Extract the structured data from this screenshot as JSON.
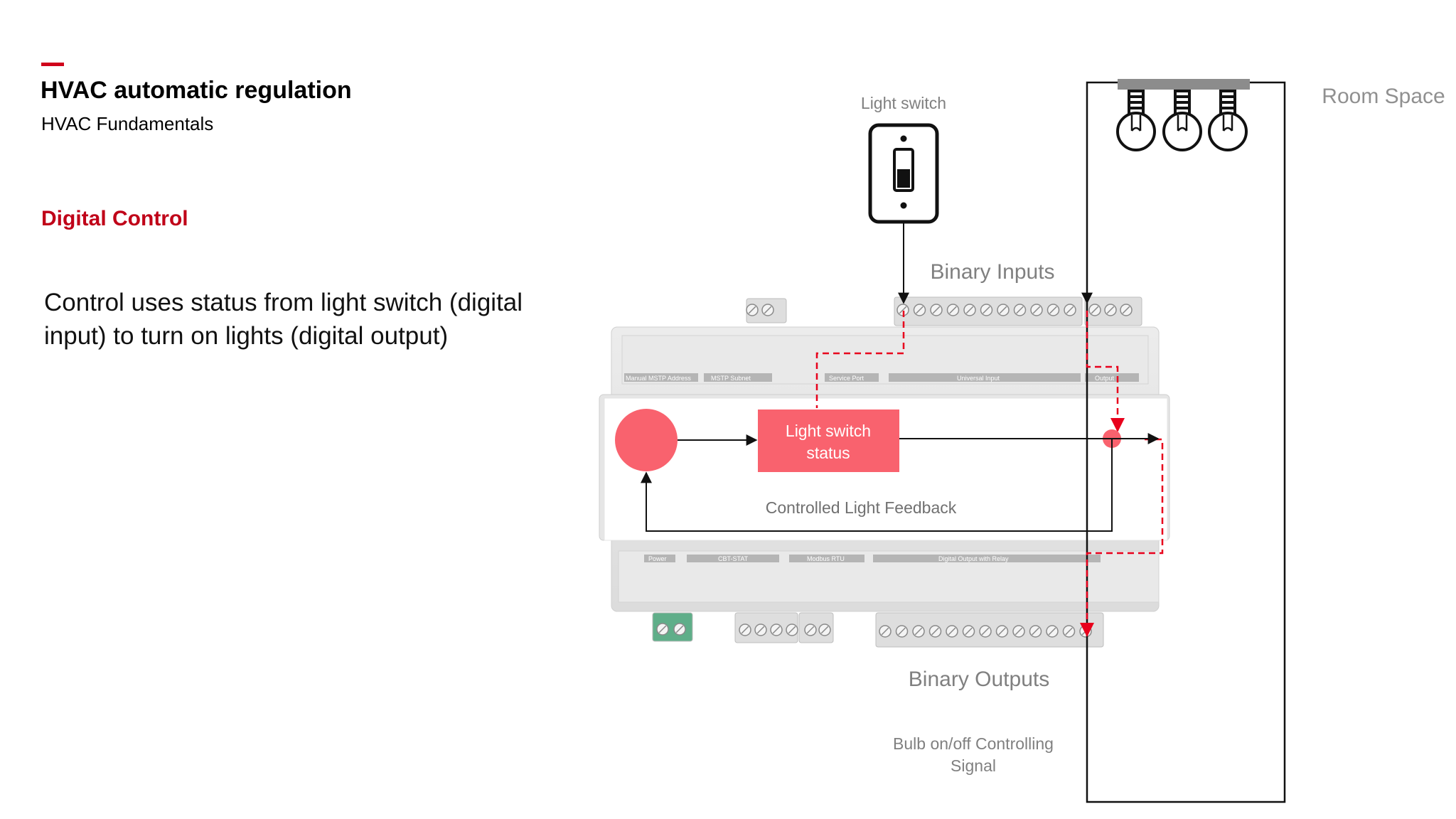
{
  "header": {
    "title": "HVAC automatic regulation",
    "subtitle": "HVAC Fundamentals"
  },
  "section": {
    "heading": "Digital Control",
    "body": "Control uses status from light switch (digital input) to turn on lights (digital output)"
  },
  "diagram": {
    "light_switch_label": "Light switch",
    "room_space_label": "Room Space",
    "binary_inputs_label": "Binary Inputs",
    "binary_outputs_label": "Binary Outputs",
    "status_box_line1": "Light switch",
    "status_box_line2": "status",
    "feedback_label": "Controlled Light Feedback",
    "signal_line1": "Bulb on/off Controlling",
    "signal_line2": "Signal",
    "controller_top_labels": {
      "address": "Manual MSTP Address",
      "subnet": "MSTP Subnet",
      "service": "Service Port",
      "universal": "Universal Input",
      "output": "Output"
    },
    "controller_bottom_labels": {
      "power": "Power",
      "cbt": "CBT-STAT",
      "modbus": "Modbus RTU",
      "relay": "Digital Output with Relay"
    }
  },
  "colors": {
    "accent": "#d0021b",
    "section_heading": "#c00018",
    "highlight": "#f9626e",
    "signal_dashed": "#e8001c",
    "label_gray": "#808080"
  }
}
